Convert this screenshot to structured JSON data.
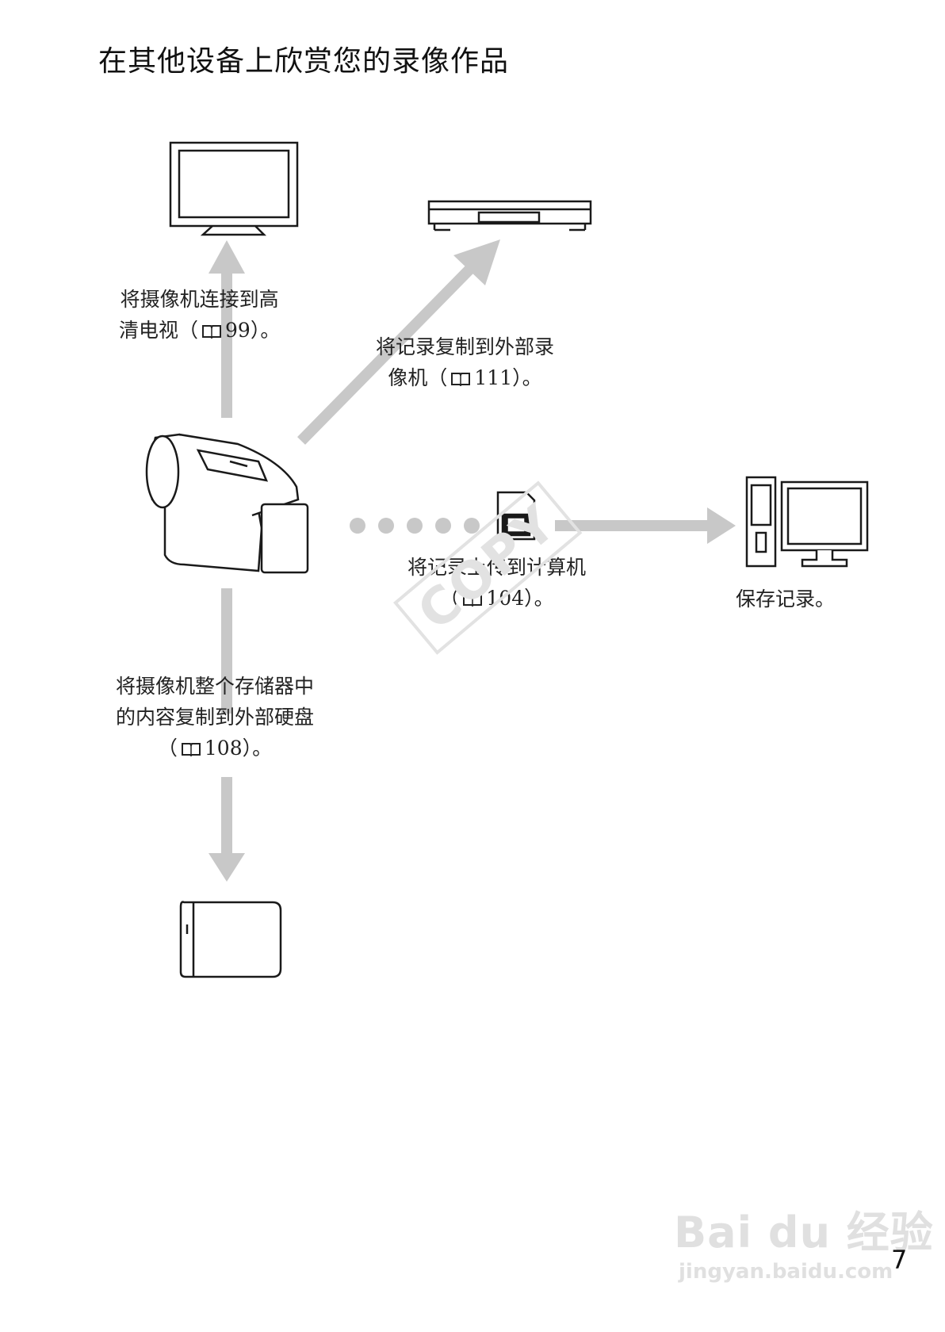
{
  "page": {
    "title": "在其他设备上欣赏您的录像作品",
    "page_number": "7"
  },
  "captions": {
    "tv": {
      "line1": "将摄像机连接到高",
      "line2_text": "清电视（",
      "line2_ref": "99）。"
    },
    "recorder": {
      "line1": "将记录复制到外部录",
      "line2_text": "像机（",
      "line2_ref": "111）。"
    },
    "computer_upload": {
      "line1": "将记录上传到计算机",
      "line2_text": "（",
      "line2_ref": "104）。"
    },
    "computer_save": {
      "line1": "保存记录。"
    },
    "hdd": {
      "line1": "将摄像机整个存储器中",
      "line2": "的内容复制到外部硬盘",
      "line3_text": "（",
      "line3_ref": "108）。"
    }
  },
  "devices": {
    "camcorder": "camcorder-icon",
    "tv": "tv-icon",
    "recorder": "recorder-icon",
    "memory_card": "memory-card-icon",
    "computer": "desktop-computer-icon",
    "hdd": "external-hdd-icon",
    "book_ref": "book-icon"
  },
  "watermarks": {
    "copy_stamp": "COPY",
    "brand": "Bai du 经验",
    "url": "jingyan.baidu.com"
  },
  "colors": {
    "arrow": "#c8c8c8",
    "line_art": "#1a1a1a",
    "watermark": "#e2e2e2"
  }
}
